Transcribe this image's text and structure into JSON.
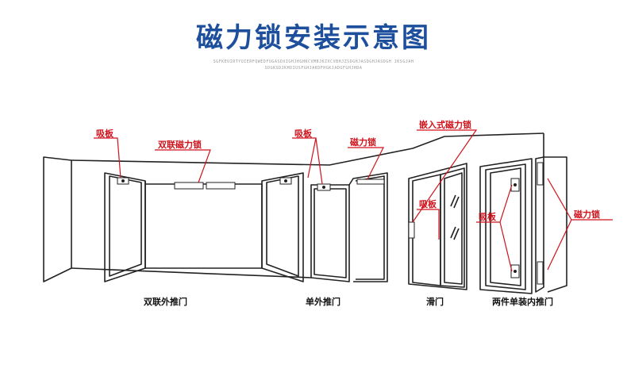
{
  "title": "磁力锁安装示意图",
  "subtitle_line1": "SGFKEUIRTYUIERFQWEDFUGASDXIGHJHGHKCVMBJKZXCVBHJZSDGHJASDGHJASDGH JKSGJAH",
  "subtitle_line2": "SDGKSDJKHDIUSFGHJAKDFHGKJADGFGHJHDA",
  "labels": {
    "plate_left": "吸板",
    "double_lock": "双联磁力锁",
    "plate_mid": "吸板",
    "lock_single": "磁力锁",
    "embedded_lock": "嵌入式磁力锁",
    "plate_slide": "吸板",
    "plate_right": "吸板",
    "lock_right": "磁力锁"
  },
  "captions": {
    "double_push": "双联外推门",
    "single_push": "单外推门",
    "sliding": "滑门",
    "two_single": "两件单装内推门"
  },
  "colors": {
    "title": "#1e4f9c",
    "red": "#d0121b",
    "line": "#222222"
  }
}
